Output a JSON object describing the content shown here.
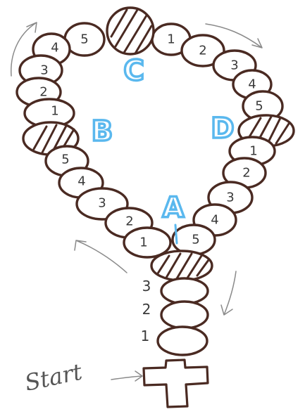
{
  "diagram": {
    "section_labels": {
      "a": "A",
      "b": "B",
      "c": "C",
      "d": "D"
    },
    "start_label": "Start",
    "pendant_counts": [
      "3",
      "2",
      "1"
    ],
    "loop_left_numbers": [
      "1",
      "2",
      "3",
      "4",
      "5",
      "1",
      "2",
      "3",
      "4",
      "5"
    ],
    "loop_right_numbers": [
      "5",
      "4",
      "3",
      "2",
      "1",
      "5",
      "4",
      "3",
      "2",
      "1"
    ],
    "colors": {
      "bead_outline": "#4a2a22",
      "section_letter": "#5ab8ee",
      "arrow": "#8a8a8a",
      "handwriting": "#555555"
    },
    "icons": [
      "cross-icon",
      "flow-arrow-icon"
    ]
  }
}
